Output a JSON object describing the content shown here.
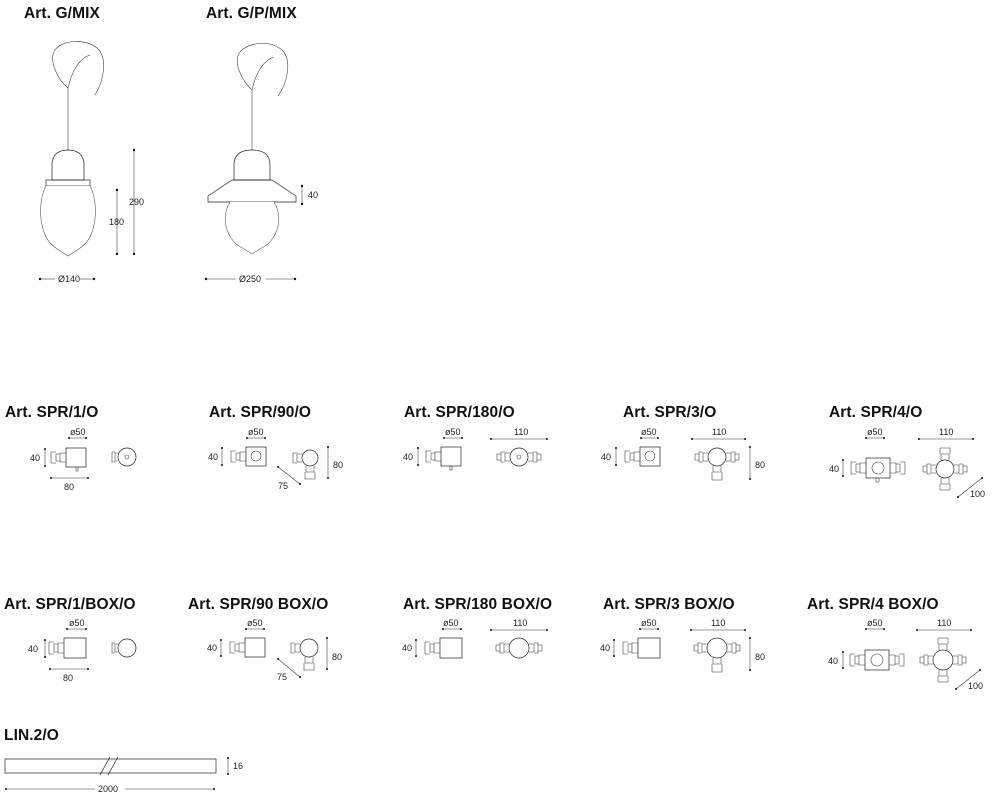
{
  "pendants": {
    "g_mix": {
      "title": "Art. G/MIX",
      "diameter": "Ø140",
      "height_total": "290",
      "height_bulb": "180"
    },
    "gp_mix": {
      "title": "Art. G/P/MIX",
      "diameter": "Ø250",
      "height_shade": "40"
    }
  },
  "row1": [
    {
      "title": "Art. SPR/1/O",
      "d": "ø50",
      "h": "40",
      "w": "80"
    },
    {
      "title": "Art. SPR/90/O",
      "d": "ø50",
      "h": "40",
      "side": "80",
      "diag": "75"
    },
    {
      "title": "Art. SPR/180/O",
      "d": "ø50",
      "h": "40",
      "len": "110"
    },
    {
      "title": "Art. SPR/3/O",
      "d": "ø50",
      "h": "40",
      "len": "110",
      "side": "80"
    },
    {
      "title": "Art. SPR/4/O",
      "d": "ø50",
      "h": "40",
      "len": "110",
      "diag": "100"
    }
  ],
  "row2": [
    {
      "title": "Art. SPR/1/BOX/O",
      "d": "ø50",
      "h": "40",
      "w": "80"
    },
    {
      "title": "Art. SPR/90 BOX/O",
      "d": "ø50",
      "h": "40",
      "side": "80",
      "diag": "75"
    },
    {
      "title": "Art. SPR/180 BOX/O",
      "d": "ø50",
      "h": "40",
      "len": "110"
    },
    {
      "title": "Art. SPR/3 BOX/O",
      "d": "ø50",
      "h": "40",
      "len": "110",
      "side": "80"
    },
    {
      "title": "Art. SPR/4 BOX/O",
      "d": "ø50",
      "h": "40",
      "len": "110",
      "diag": "100"
    }
  ],
  "lin": {
    "title": "LIN.2/O",
    "height": "16",
    "length": "2000"
  }
}
